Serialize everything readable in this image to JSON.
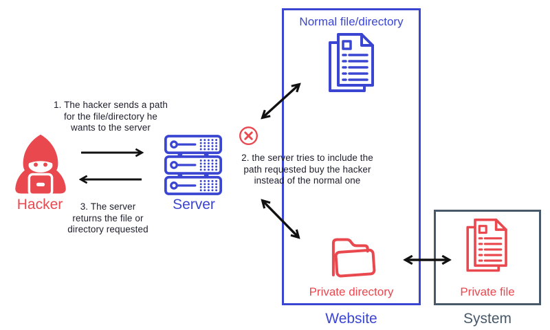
{
  "colors": {
    "blue": "#3a45d1",
    "red": "#e8484e",
    "slate": "#46586a",
    "arrow": "#111111",
    "text": "#1d1d2b"
  },
  "hacker": {
    "label": "Hacker",
    "icon": "hooded-hacker-icon"
  },
  "server": {
    "label": "Server",
    "icon": "server-rack-icon"
  },
  "steps": {
    "step1_lines": [
      "1. The hacker sends a path",
      "for the file/directory he",
      "wants to the server"
    ],
    "step2_lines": [
      "2. the server tries to include the",
      "path requested buy the hacker",
      "instead of the normal one"
    ],
    "step3_lines": [
      "3. The server",
      "returns the file or",
      "directory requested"
    ]
  },
  "website_box": {
    "label": "Website",
    "normal_item": {
      "label": "Normal file/directory",
      "icon": "documents-icon"
    },
    "private_item": {
      "label": "Private directory",
      "icon": "open-folder-icon"
    }
  },
  "system_box": {
    "label": "System",
    "private_file": {
      "label": "Private file",
      "icon": "documents-icon"
    }
  },
  "blocked": {
    "icon": "x-circle-icon"
  }
}
